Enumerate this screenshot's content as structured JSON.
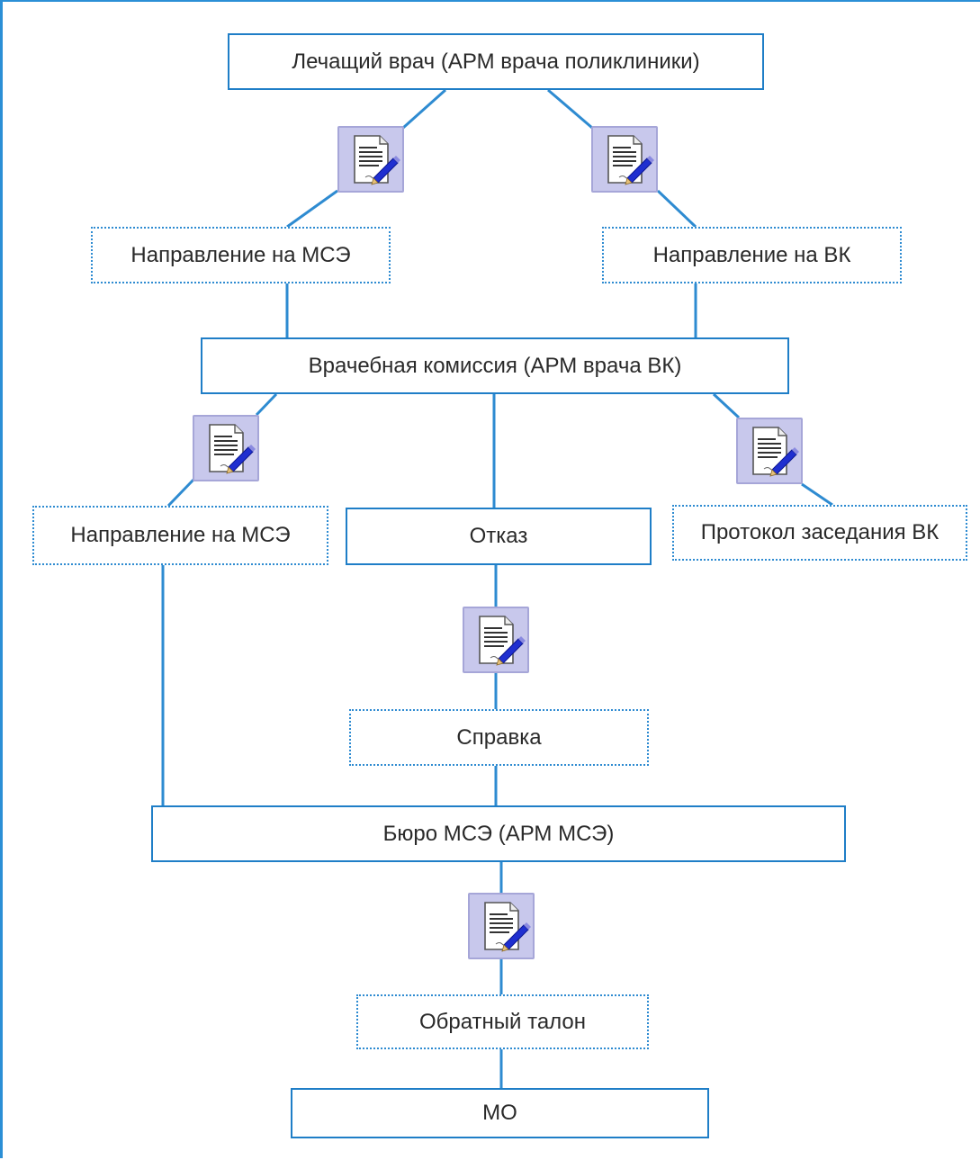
{
  "diagram": {
    "nodes": {
      "doctor": {
        "label": "Лечащий врач (АРМ врача поликлиники)",
        "style": "solid"
      },
      "referral_mse_top": {
        "label": "Направление на МСЭ",
        "style": "dotted"
      },
      "referral_vk": {
        "label": "Направление на ВК",
        "style": "dotted"
      },
      "commission": {
        "label": "Врачебная комиссия (АРМ врача ВК)",
        "style": "solid"
      },
      "referral_mse_left": {
        "label": "Направление на МСЭ",
        "style": "dotted"
      },
      "refusal": {
        "label": "Отказ",
        "style": "solid"
      },
      "protocol_vk": {
        "label": "Протокол заседания ВК",
        "style": "dotted"
      },
      "certificate": {
        "label": "Справка",
        "style": "dotted"
      },
      "bureau_mse": {
        "label": "Бюро МСЭ (АРМ МСЭ)",
        "style": "solid"
      },
      "return_coupon": {
        "label": "Обратный талон",
        "style": "dotted"
      },
      "mo": {
        "label": "МО",
        "style": "solid"
      }
    },
    "icons": [
      "document-edit-icon",
      "document-edit-icon",
      "document-edit-icon",
      "document-edit-icon",
      "document-edit-icon",
      "document-edit-icon"
    ],
    "colors": {
      "frame": "#2b8fd6",
      "box_border": "#1f7ec7",
      "connector": "#2e8bd1",
      "icon_fill": "#c8c8ec"
    }
  }
}
